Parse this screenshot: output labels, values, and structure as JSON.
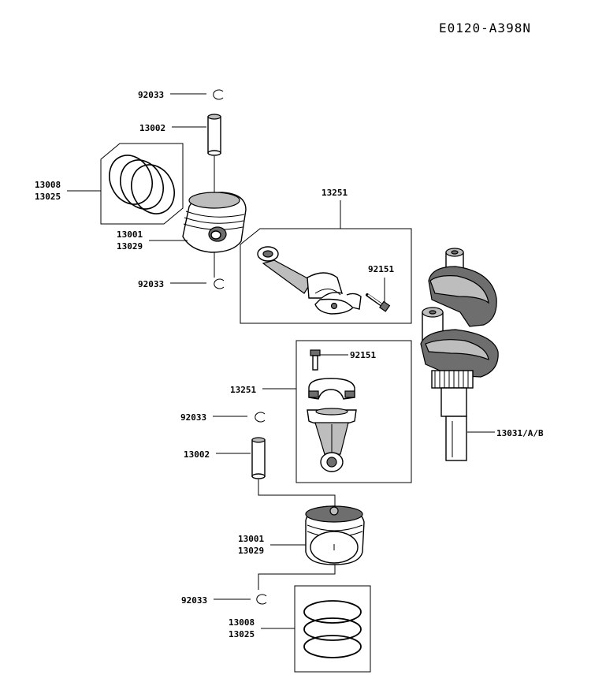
{
  "diagram_code": "E0120-A398N",
  "labels": {
    "clip_top": "92033",
    "pin_top": "13002",
    "rings_top_1": "13008",
    "rings_top_2": "13025",
    "piston_top_1": "13001",
    "piston_top_2": "13029",
    "clip_top2": "92033",
    "rod_top": "13251",
    "bolt_top": "92151",
    "bolt_bottom": "92151",
    "rod_bottom": "13251",
    "crank": "13031/A/B",
    "clip_mid": "92033",
    "pin_bottom": "13002",
    "piston_bottom_1": "13001",
    "piston_bottom_2": "13029",
    "clip_bottom": "92033",
    "rings_bottom_1": "13008",
    "rings_bottom_2": "13025"
  },
  "icons": {
    "circlip": "circlip-icon",
    "piston_pin": "piston-pin-icon",
    "piston_rings": "piston-rings-icon",
    "piston": "piston-icon",
    "connecting_rod": "connecting-rod-icon",
    "bolt": "bolt-icon",
    "crankshaft": "crankshaft-icon"
  }
}
